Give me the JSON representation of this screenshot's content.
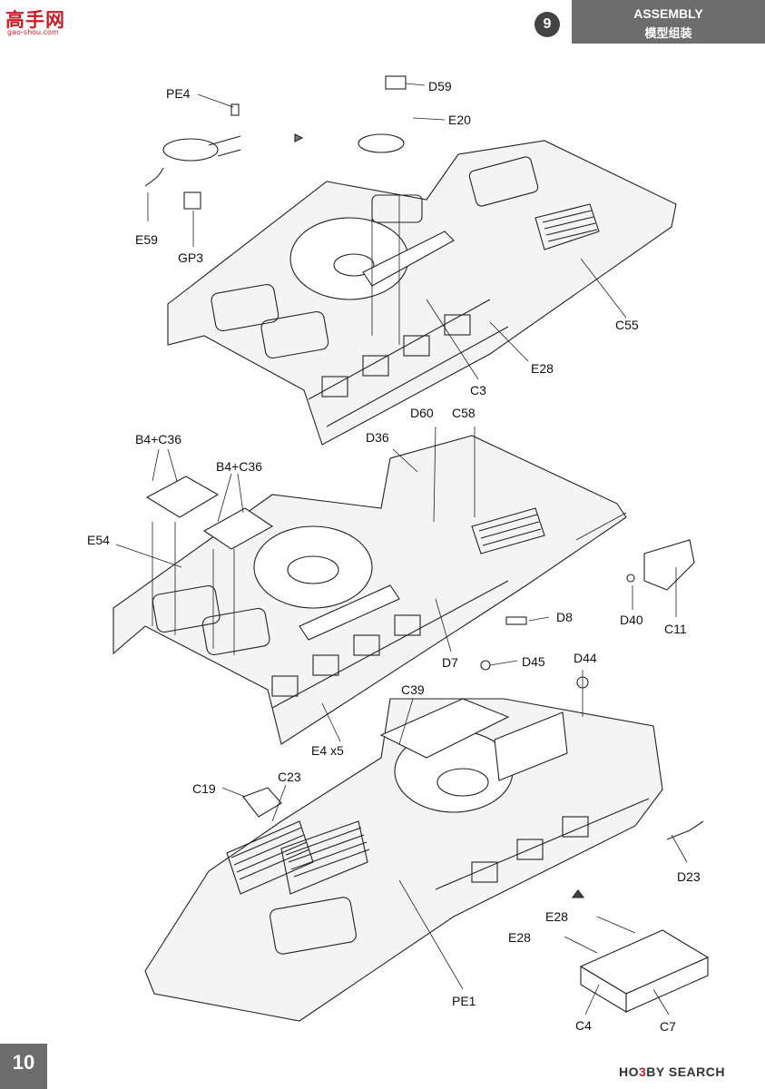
{
  "watermark_top": {
    "main": "高手网",
    "sub": "gao-shou.com"
  },
  "header": {
    "step": "9",
    "title": "ASSEMBLY",
    "subtitle": "模型组装"
  },
  "page_number": "10",
  "watermark_bottom": {
    "pre": "HO",
    "three": "3",
    "post": "BY SEARCH"
  },
  "parts": {
    "pe4": "PE4",
    "d59": "D59",
    "e20": "E20",
    "e59": "E59",
    "gp3": "GP3",
    "c55": "C55",
    "e28_a": "E28",
    "c3": "C3",
    "d60": "D60",
    "c58": "C58",
    "d36": "D36",
    "b4c36_a": "B4+C36",
    "b4c36_b": "B4+C36",
    "e54": "E54",
    "d8": "D8",
    "d40": "D40",
    "c11": "C11",
    "d7": "D7",
    "e4x5": "E4 x5",
    "d45": "D45",
    "d44": "D44",
    "c39": "C39",
    "c19": "C19",
    "c23": "C23",
    "d23": "D23",
    "e28_b": "E28",
    "e28_c": "E28",
    "pe1": "PE1",
    "c4": "C4",
    "c7": "C7"
  }
}
